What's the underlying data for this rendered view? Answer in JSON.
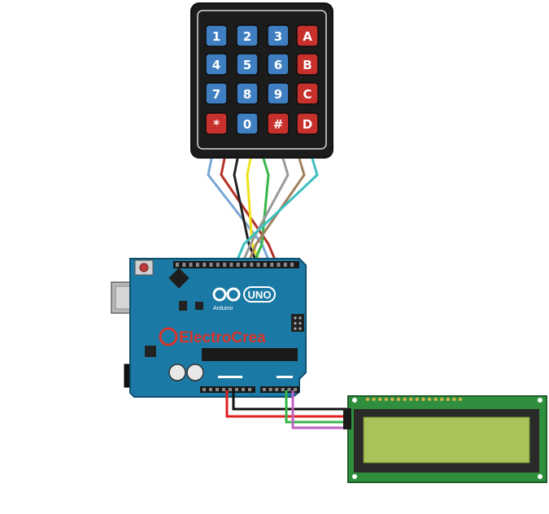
{
  "keypad": {
    "rows": [
      [
        {
          "label": "1",
          "kind": "digit"
        },
        {
          "label": "2",
          "kind": "digit"
        },
        {
          "label": "3",
          "kind": "digit"
        },
        {
          "label": "A",
          "kind": "letter"
        }
      ],
      [
        {
          "label": "4",
          "kind": "digit"
        },
        {
          "label": "5",
          "kind": "digit"
        },
        {
          "label": "6",
          "kind": "digit"
        },
        {
          "label": "B",
          "kind": "letter"
        }
      ],
      [
        {
          "label": "7",
          "kind": "digit"
        },
        {
          "label": "8",
          "kind": "digit"
        },
        {
          "label": "9",
          "kind": "digit"
        },
        {
          "label": "C",
          "kind": "letter"
        }
      ],
      [
        {
          "label": "*",
          "kind": "symbol"
        },
        {
          "label": "0",
          "kind": "digit"
        },
        {
          "label": "#",
          "kind": "symbol"
        },
        {
          "label": "D",
          "kind": "letter"
        }
      ]
    ],
    "colors": {
      "digit": "#3f7fc1",
      "letter": "#c8302c",
      "symbol": "#c8302c",
      "body": "#1c1c1c"
    }
  },
  "arduino": {
    "model_label": "UNO",
    "sub_label": "Arduino",
    "brand_label": "ElectroCrea",
    "board_color": "#1b7aa5",
    "brand_color": "#d9352b"
  },
  "lcd": {
    "screen_color": "#a9c25a",
    "board_color": "#2f8f3e"
  },
  "wires": {
    "keypad_colors": [
      "#7aa6d6",
      "#b53128",
      "#222222",
      "#f0e21a",
      "#38b54a",
      "#999999",
      "#a08060",
      "#3dbfbf"
    ],
    "lcd_colors": [
      "#e02020",
      "#111111",
      "#38b54a",
      "#c060c0"
    ]
  }
}
